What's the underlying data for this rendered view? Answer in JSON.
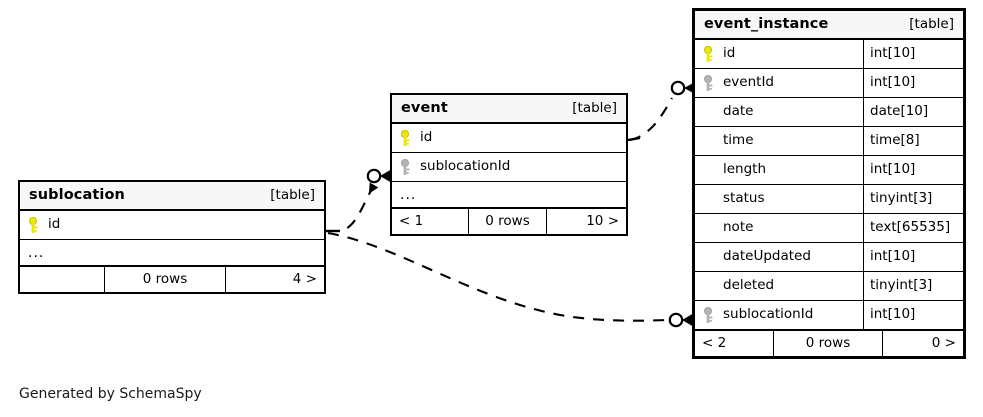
{
  "diagram": {
    "kind": "entity-relationship-diagram",
    "generator_caption": "Generated by SchemaSpy",
    "table_tag": "[table]",
    "ellipsis": "...",
    "colors": {
      "primary_key": "#e8e800",
      "foreign_key": "#b3b3b3",
      "border": "#000000",
      "header_fill": "#f7f7f7",
      "background": "#ffffff"
    }
  },
  "tables": {
    "sublocation": {
      "name": "sublocation",
      "tag": "[table]",
      "columns": [
        {
          "key": "primary",
          "name": "id",
          "type": ""
        }
      ],
      "has_ellipsis": true,
      "footer": {
        "left": "",
        "middle": "0 rows",
        "right": "4 >"
      }
    },
    "event": {
      "name": "event",
      "tag": "[table]",
      "columns": [
        {
          "key": "primary",
          "name": "id",
          "type": ""
        },
        {
          "key": "foreign",
          "name": "sublocationId",
          "type": ""
        }
      ],
      "has_ellipsis": true,
      "footer": {
        "left": "< 1",
        "middle": "0 rows",
        "right": "10 >"
      }
    },
    "event_instance": {
      "name": "event_instance",
      "tag": "[table]",
      "columns": [
        {
          "key": "primary",
          "name": "id",
          "type": "int[10]"
        },
        {
          "key": "foreign",
          "name": "eventId",
          "type": "int[10]"
        },
        {
          "key": "none",
          "name": "date",
          "type": "date[10]"
        },
        {
          "key": "none",
          "name": "time",
          "type": "time[8]"
        },
        {
          "key": "none",
          "name": "length",
          "type": "int[10]"
        },
        {
          "key": "none",
          "name": "status",
          "type": "tinyint[3]"
        },
        {
          "key": "none",
          "name": "note",
          "type": "text[65535]"
        },
        {
          "key": "none",
          "name": "dateUpdated",
          "type": "int[10]"
        },
        {
          "key": "none",
          "name": "deleted",
          "type": "tinyint[3]"
        },
        {
          "key": "foreign",
          "name": "sublocationId",
          "type": "int[10]"
        }
      ],
      "has_ellipsis": false,
      "footer": {
        "left": "< 2",
        "middle": "0 rows",
        "right": "0 >"
      }
    }
  },
  "relationships": [
    {
      "from": "event.sublocationId",
      "to": "sublocation.id",
      "style": "dashed"
    },
    {
      "from": "event_instance.eventId",
      "to": "event.id",
      "style": "dashed"
    },
    {
      "from": "event_instance.sublocationId",
      "to": "sublocation.id",
      "style": "dashed"
    }
  ]
}
